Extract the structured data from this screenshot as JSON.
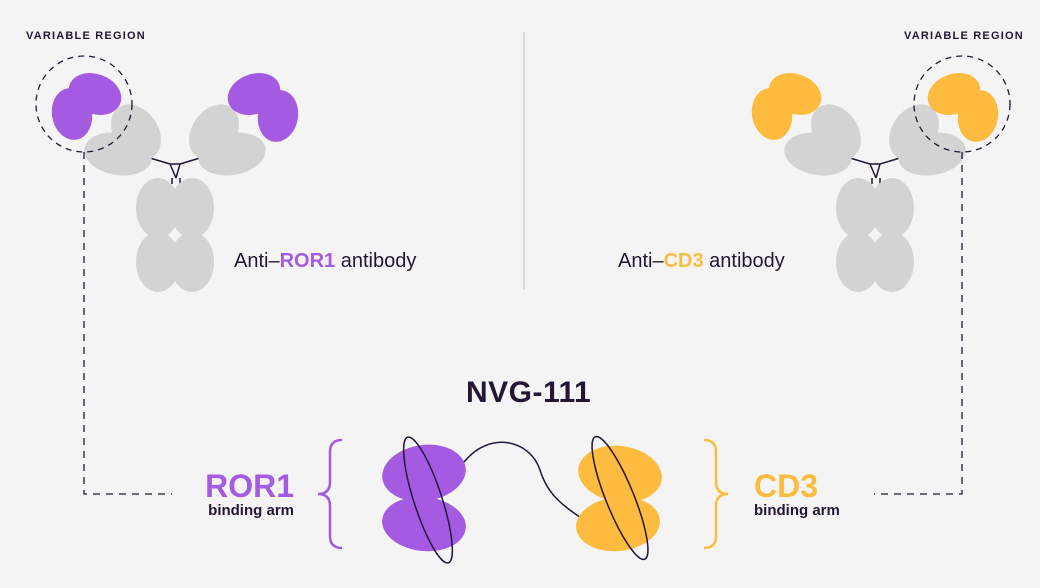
{
  "colors": {
    "ror1": "#a45ae1",
    "cd3": "#fdbb40",
    "grey_domain": "#d3d3d3",
    "ink": "#231733",
    "background": "#f4f4f4"
  },
  "left": {
    "region_label": "VARIABLE REGION",
    "antibody_prefix": "Anti–",
    "antibody_target": "ROR1",
    "antibody_suffix": " antibody"
  },
  "right": {
    "region_label": "VARIABLE REGION",
    "antibody_prefix": "Anti–",
    "antibody_target": "CD3",
    "antibody_suffix": " antibody"
  },
  "center": {
    "title": "NVG-111",
    "left_arm": {
      "name": "ROR1",
      "sub": "binding arm"
    },
    "right_arm": {
      "name": "CD3",
      "sub": "binding arm"
    }
  }
}
